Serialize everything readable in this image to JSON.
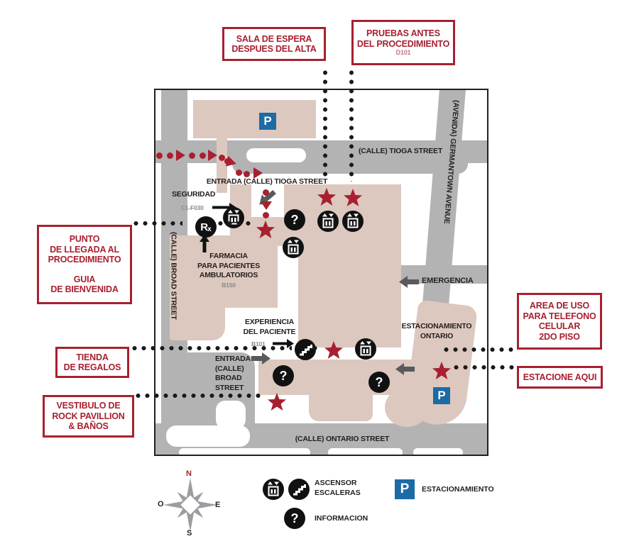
{
  "colors": {
    "accent": "#a8202f",
    "road": "#b3b3b4",
    "building": "#dcc8be",
    "parking_blue": "#1b6ba5",
    "dark_gray": "#595a5c"
  },
  "callouts": {
    "sala": {
      "l1": "SALA DE ESPERA",
      "l2": "DESPUES DEL ALTA"
    },
    "pruebas": {
      "l1": "PRUEBAS ANTES",
      "l2": "DEL PROCEDIMIENTO",
      "code": "D101"
    },
    "punto": {
      "l1": "PUNTO",
      "l2": "DE LLEGADA AL",
      "l3": "PROCEDIMIENTO",
      "l4": "GUIA",
      "l5": "DE BIENVENIDA"
    },
    "tienda": {
      "l1": "TIENDA",
      "l2": "DE REGALOS"
    },
    "vestibulo": {
      "l1": "VESTIBULO DE",
      "l2": "ROCK PAVILLION",
      "l3": "& BAÑOS"
    },
    "area": {
      "l1": "AREA DE USO",
      "l2": "PARA TELEFONO",
      "l3": "CELULAR",
      "l4": "2DO PISO"
    },
    "estacione": {
      "l1": "ESTACIONE AQUI"
    }
  },
  "map": {
    "streets": {
      "tioga": "(CALLE) TIOGA STREET",
      "broad": "(CALLE) BROAD STREET",
      "ontario": "(CALLE) ONTARIO STREET",
      "germantown": "(AVENIDA) GERMANTOWN AVENUE"
    },
    "entrada_tioga": "ENTRADA (CALLE) TIOGA STREET",
    "seguridad": {
      "label": "SEGURIDAD",
      "code": "C1-F030"
    },
    "farmacia": {
      "l1": "FARMACIA",
      "l2": "PARA PACIENTES",
      "l3": "AMBULATORIOS",
      "code": "B150"
    },
    "experiencia": {
      "l1": "EXPERIENCIA",
      "l2": "DEL PACIENTE",
      "code": "B101"
    },
    "entrada_broad": {
      "l1": "ENTRADA",
      "l2": "(CALLE)",
      "l3": "BROAD",
      "l4": "STREET"
    },
    "emergencia": "EMERGENCIA",
    "ontario_garage": {
      "l1": "ESTACIONAMIENTO",
      "l2": "ONTARIO"
    },
    "parking_letter": "P"
  },
  "legend": {
    "ascensor_l1": "ASCENSOR",
    "ascensor_l2": "ESCALERAS",
    "informacion": "INFORMACION",
    "estacionamiento": "ESTACIONAMIENTO",
    "compass": {
      "n": "N",
      "s": "S",
      "e": "E",
      "o": "O"
    }
  },
  "icons": {
    "question": "?",
    "rx_r": "R",
    "rx_x": "x"
  }
}
